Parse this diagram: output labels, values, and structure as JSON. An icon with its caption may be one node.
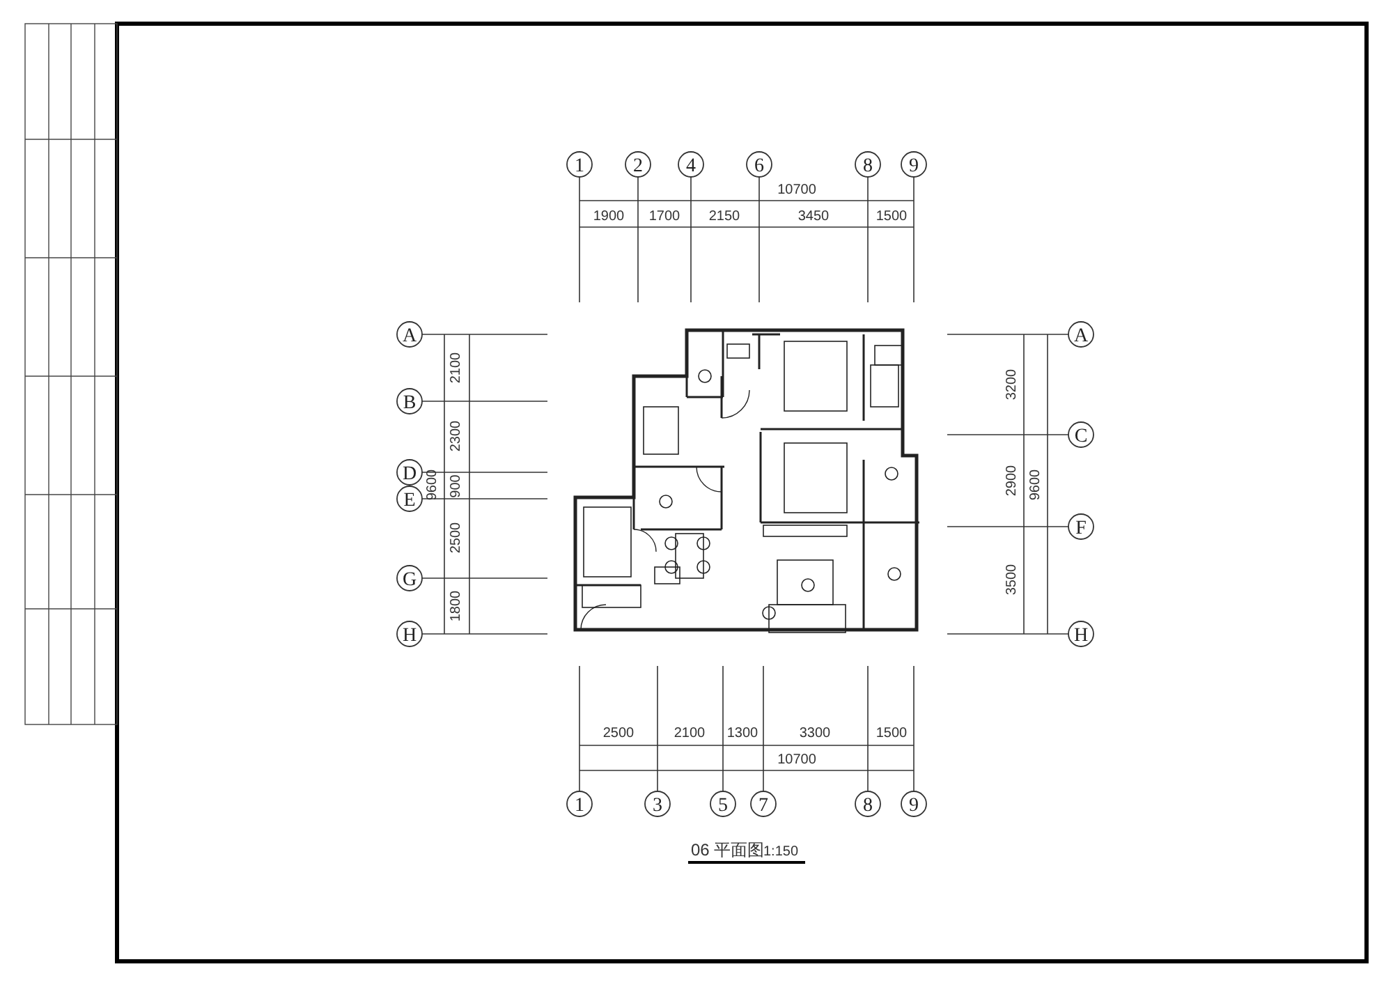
{
  "diagram": {
    "title": "06 平面图",
    "labels": [
      "1",
      "2",
      "4",
      "6",
      "8",
      "9",
      "10700",
      "1900",
      "1700",
      "2150",
      "3450",
      "1500",
      "A",
      "2100",
      "A",
      "3200",
      "B",
      "2300",
      "C",
      "D",
      "9600",
      "900",
      "2900",
      "9600",
      "E",
      "F",
      "2500",
      "G",
      "3500",
      "1800",
      "H",
      "H",
      "2500",
      "2100",
      "1300",
      "3300",
      "1500",
      "10700",
      "1",
      "3",
      "5",
      "7",
      "8",
      "9",
      "1:150"
    ]
  }
}
